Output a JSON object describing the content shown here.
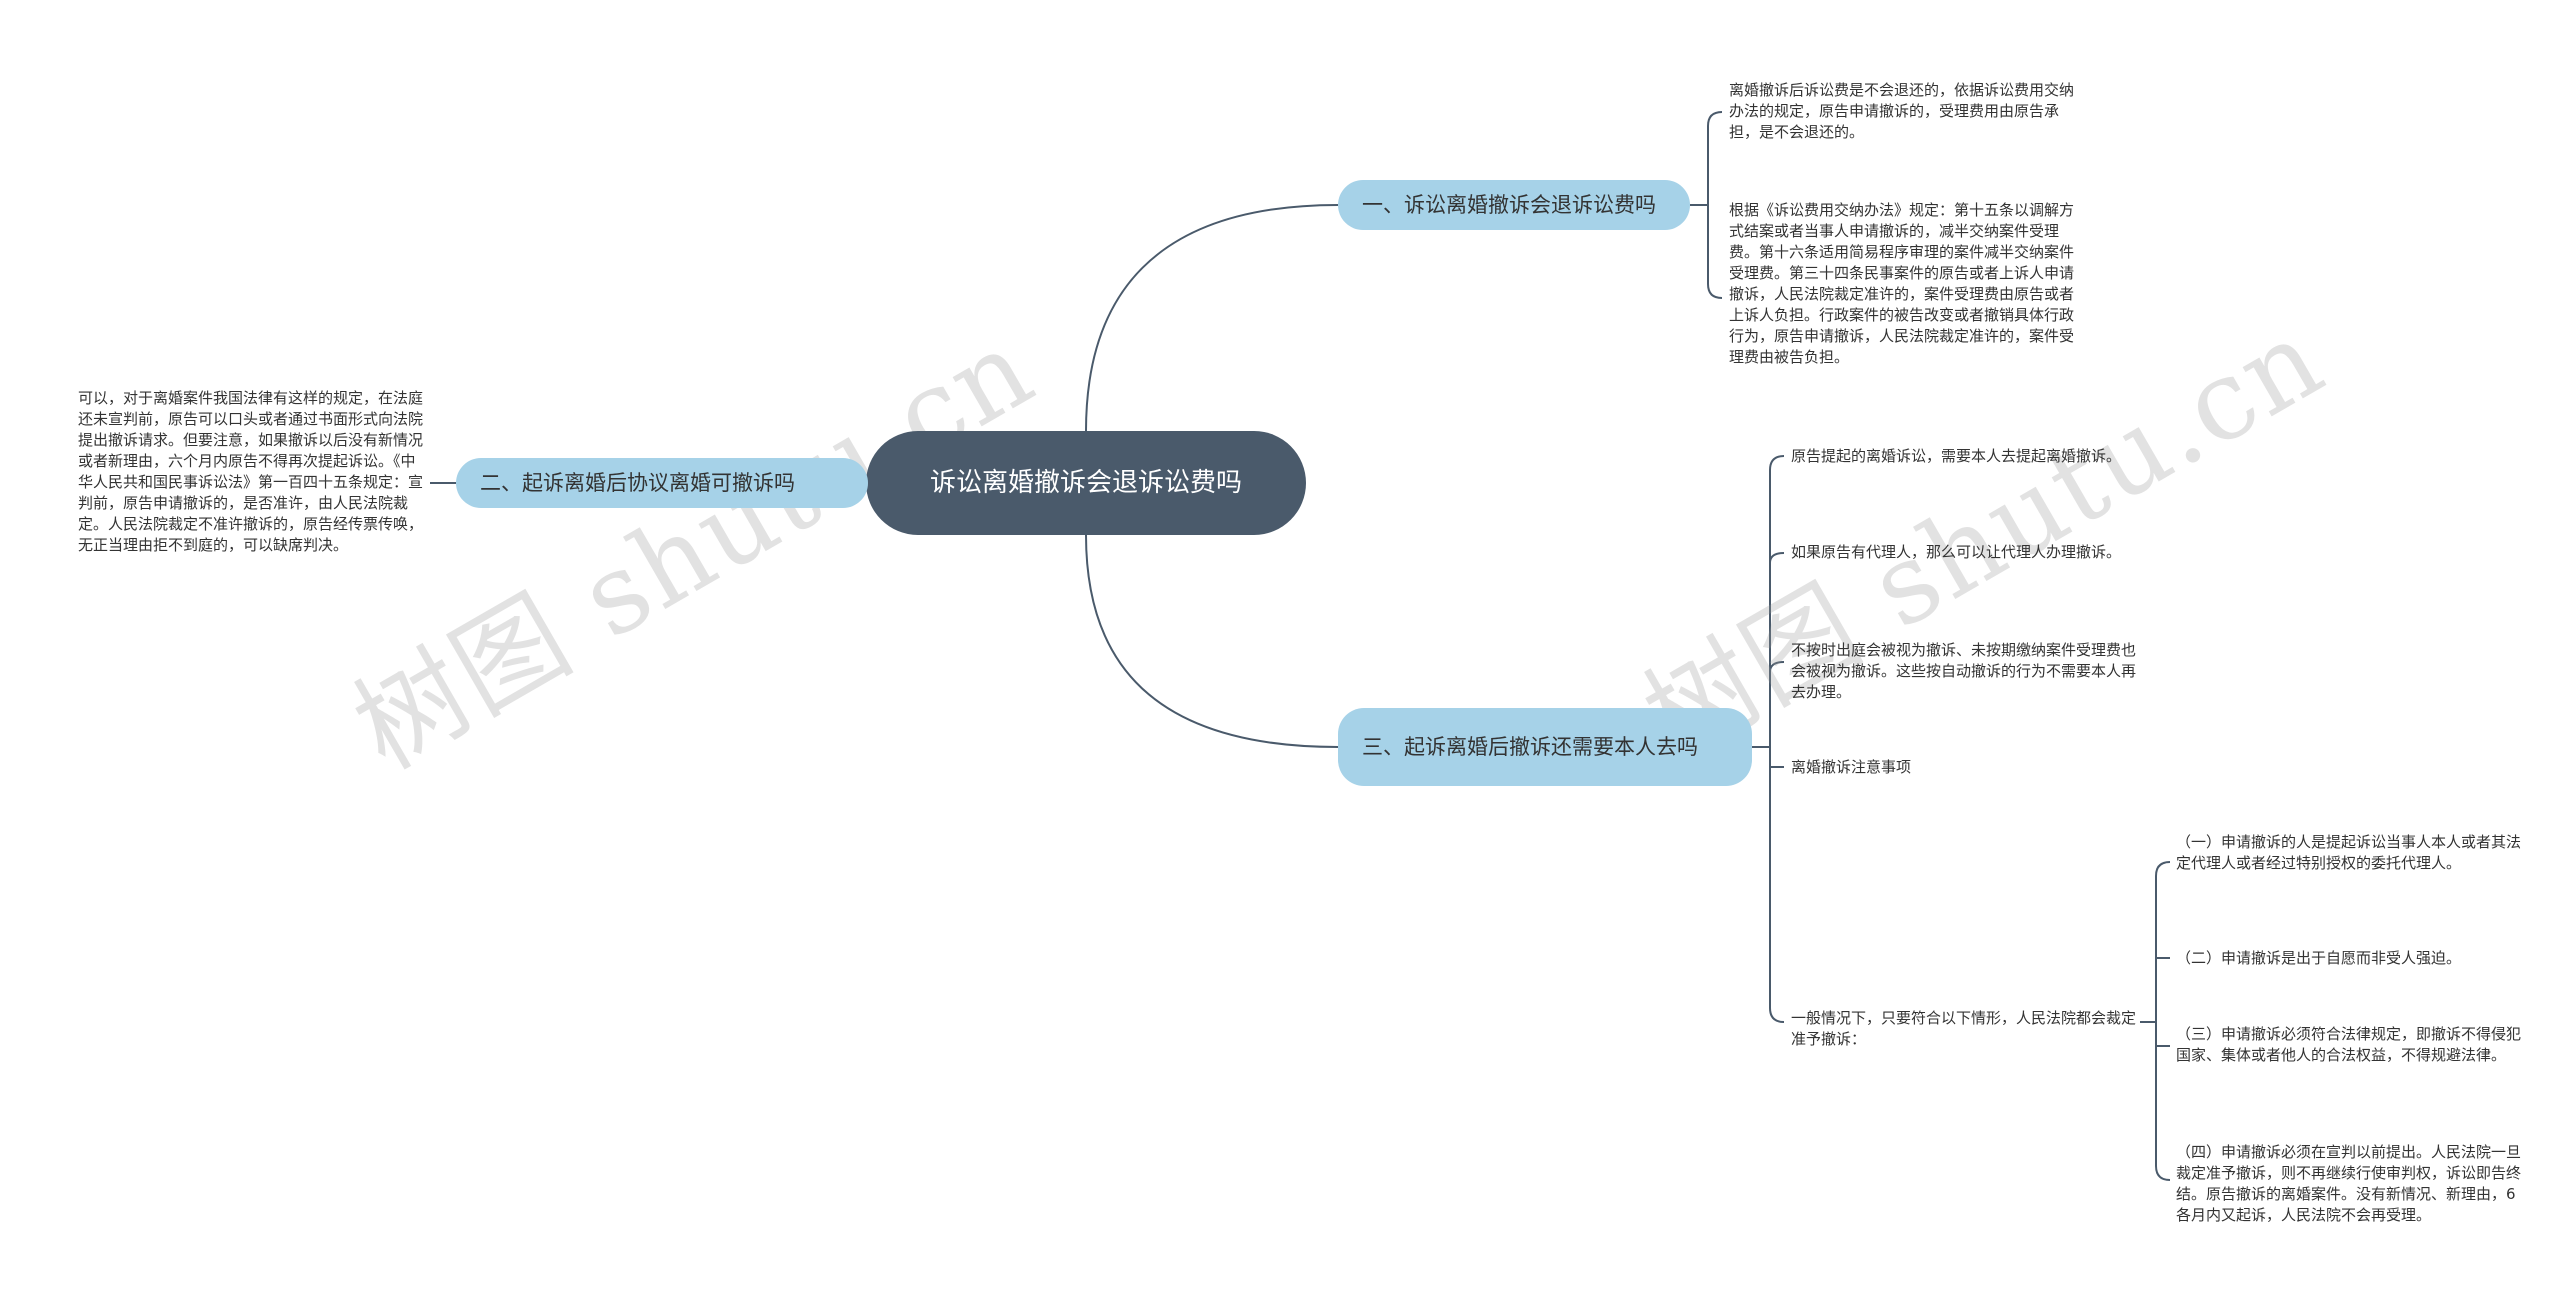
{
  "root": {
    "title": "诉讼离婚撤诉会退诉讼费吗"
  },
  "branches": {
    "b1": {
      "label": "一、诉讼离婚撤诉会退诉讼费吗"
    },
    "b2": {
      "label": "二、起诉离婚后协议离婚可撤诉吗"
    },
    "b3": {
      "label": "三、起诉离婚后撤诉还需要本人去吗"
    }
  },
  "leaves": {
    "b1": [
      "离婚撤诉后诉讼费是不会退还的，依据诉讼费用交纳办法的规定，原告申请撤诉的，受理费用由原告承担，是不会退还的。",
      "根据《诉讼费用交纳办法》规定：第十五条以调解方式结案或者当事人申请撤诉的，减半交纳案件受理费。第十六条适用简易程序审理的案件减半交纳案件受理费。第三十四条民事案件的原告或者上诉人申请撤诉，人民法院裁定准许的，案件受理费由原告或者上诉人负担。行政案件的被告改变或者撤销具体行政行为，原告申请撤诉，人民法院裁定准许的，案件受理费由被告负担。"
    ],
    "b2": [
      "可以，对于离婚案件我国法律有这样的规定，在法庭还未宣判前，原告可以口头或者通过书面形式向法院提出撤诉请求。但要注意，如果撤诉以后没有新情况或者新理由，六个月内原告不得再次提起诉讼。《中华人民共和国民事诉讼法》第一百四十五条规定：宣判前，原告申请撤诉的，是否准许，由人民法院裁定。人民法院裁定不准许撤诉的，原告经传票传唤，无正当理由拒不到庭的，可以缺席判决。"
    ],
    "b3": [
      "原告提起的离婚诉讼，需要本人去提起离婚撤诉。",
      "如果原告有代理人，那么可以让代理人办理撤诉。",
      "不按时出庭会被视为撤诉、未按期缴纳案件受理费也会被视为撤诉。这些按自动撤诉的行为不需要本人再去办理。",
      "离婚撤诉注意事项",
      "一般情况下，只要符合以下情形，人民法院都会裁定准予撤诉："
    ],
    "b3_sub": [
      "（一）申请撤诉的人是提起诉讼当事人本人或者其法定代理人或者经过特别授权的委托代理人。",
      "（二）申请撤诉是出于自愿而非受人强迫。",
      "（三）申请撤诉必须符合法律规定，即撤诉不得侵犯国家、集体或者他人的合法权益，不得规避法律。",
      "（四）申请撤诉必须在宣判以前提出。人民法院一旦裁定准予撤诉，则不再继续行使审判权，诉讼即告终结。原告撤诉的离婚案件。没有新情况、新理由，6各月内又起诉，人民法院不会再受理。"
    ]
  },
  "watermark": "树图 shutu.cn",
  "colors": {
    "root_bg": "#4a5a6b",
    "branch_bg": "#a6d2e8",
    "line": "#4a5a6b"
  }
}
